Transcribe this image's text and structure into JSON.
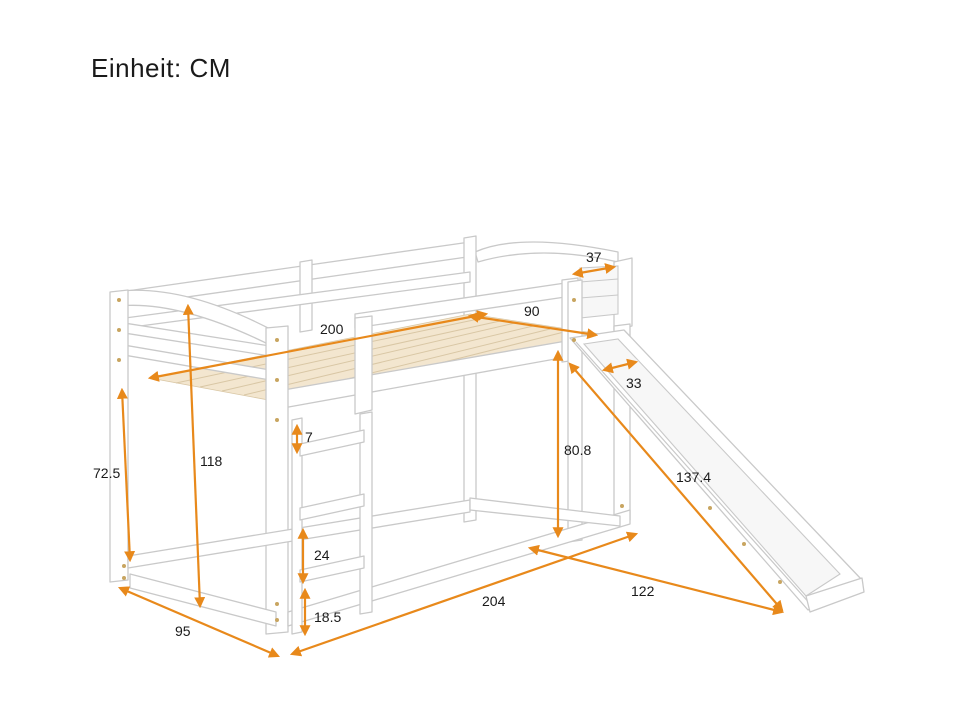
{
  "title": "Einheit: CM",
  "colors": {
    "dimension": "#e8891b",
    "frame_stroke": "#c9c9c9",
    "slats": "#f3e6cf"
  },
  "dimensions": {
    "top_length": "200",
    "top_width": "90",
    "rail_width": "37",
    "slide_width": "33",
    "slide_length": "137.4",
    "inner_height": "80.8",
    "total_height": "118",
    "post_height": "72.5",
    "rung_small": "7",
    "rung_gap": "24",
    "bottom_gap": "18.5",
    "base_length": "204",
    "slide_reach": "122",
    "base_width": "95"
  }
}
